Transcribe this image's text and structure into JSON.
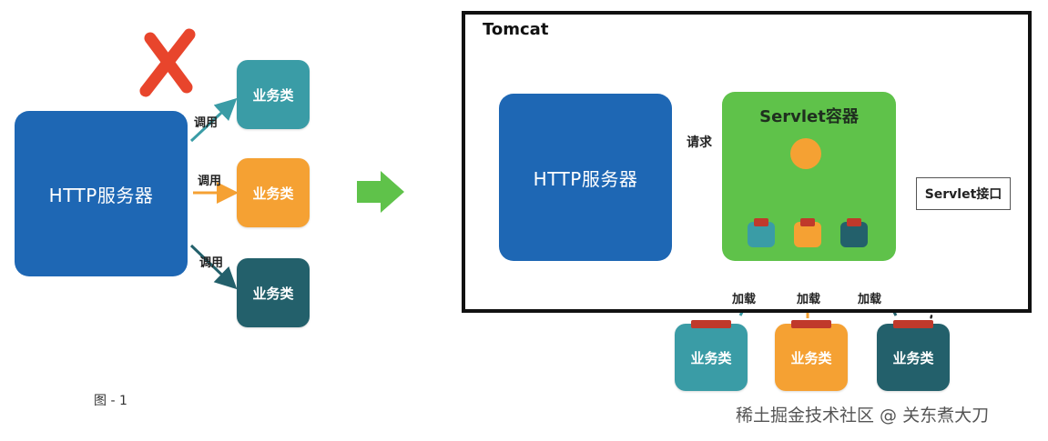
{
  "left": {
    "http_server": "HTTP服务器",
    "call_labels": [
      "调用",
      "调用",
      "调用"
    ],
    "biz_boxes": [
      "业务类",
      "业务类",
      "业务类"
    ],
    "caption": "图 - 1"
  },
  "right": {
    "tomcat_label": "Tomcat",
    "http_server": "HTTP服务器",
    "request_label": "请求",
    "container_title": "Servlet容器",
    "servlet_interface": "Servlet接口",
    "load_labels": [
      "加载",
      "加载",
      "加载"
    ],
    "biz_boxes": [
      "业务类",
      "业务类",
      "业务类"
    ]
  },
  "watermark": "稀土掘金技术社区 @ 关东煮大刀",
  "colors": {
    "http_blue": "#1e67b4",
    "teal": "#3a9ca6",
    "orange": "#f5a133",
    "dark_teal": "#23606b",
    "container_green": "#5fc24a",
    "check_green": "#3aaa35",
    "cross_red": "#e8452c",
    "tab_red": "#c0392b"
  },
  "icons": [
    "cross-mark-icon",
    "check-mark-icon",
    "right-arrow-icon"
  ]
}
